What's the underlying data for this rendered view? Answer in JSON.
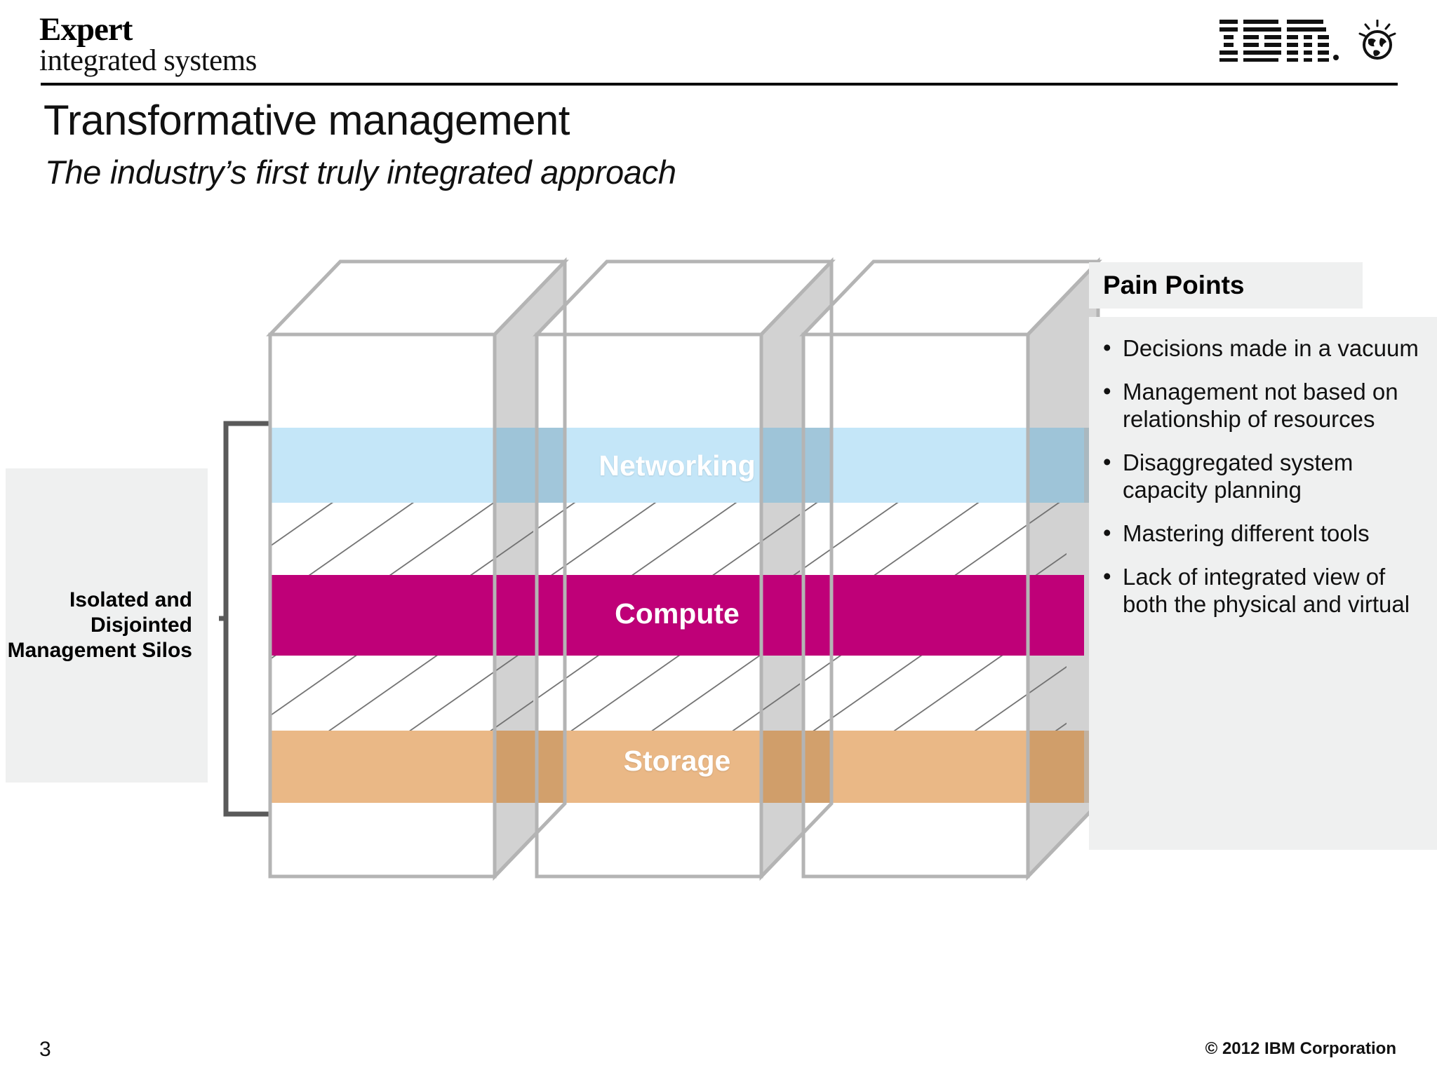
{
  "brand": {
    "line1": "Expert",
    "line2": "integrated systems",
    "logo_name": "ibm-logo",
    "logo_text": "IBM"
  },
  "title": "Transformative management",
  "subtitle": "The industry’s first truly integrated approach",
  "silo_label": "Isolated and Disjointed Management Silos",
  "diagram": {
    "bands": [
      {
        "id": "networking",
        "label": "Networking",
        "color": "#bfe4f7",
        "opacity": 0.92
      },
      {
        "id": "compute",
        "label": "Compute",
        "color": "#bf0078",
        "opacity": 1.0
      },
      {
        "id": "storage",
        "label": "Storage",
        "color": "#e8b37d",
        "opacity": 0.92
      }
    ],
    "box_count": 3,
    "box_fill": "#ffffff",
    "box_side_fill": "#d2d2d2",
    "box_stroke": "#b4b4b4",
    "hatch_stroke": "#6e6e6e",
    "bracket_stroke": "#5a5a5a"
  },
  "pain_points": {
    "title": "Pain Points",
    "bullet_glyph": "•",
    "items": [
      "Decisions made in a vacuum",
      "Management not based on relationship of resources",
      "Disaggregated system capacity planning",
      "Mastering different tools",
      "Lack of integrated view of both the physical and virtual"
    ]
  },
  "footer": {
    "slide_number": "3",
    "copyright": "© 2012 IBM Corporation"
  },
  "colors": {
    "panel_gray": "#eff0f0",
    "magenta": "#bf0078",
    "light_blue": "#bfe4f7",
    "tan": "#e8b37d"
  }
}
